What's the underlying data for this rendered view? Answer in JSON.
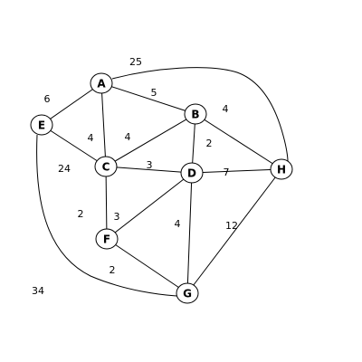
{
  "graph": {
    "nodes": [
      {
        "id": "A",
        "label": "A"
      },
      {
        "id": "B",
        "label": "B"
      },
      {
        "id": "C",
        "label": "C"
      },
      {
        "id": "D",
        "label": "D"
      },
      {
        "id": "E",
        "label": "E"
      },
      {
        "id": "F",
        "label": "F"
      },
      {
        "id": "G",
        "label": "G"
      },
      {
        "id": "H",
        "label": "H"
      }
    ],
    "edges": [
      {
        "from": "A",
        "to": "H",
        "weight": "25"
      },
      {
        "from": "A",
        "to": "E",
        "weight": "6"
      },
      {
        "from": "A",
        "to": "B",
        "weight": "5"
      },
      {
        "from": "A",
        "to": "C",
        "weight": "4"
      },
      {
        "from": "B",
        "to": "H",
        "weight": "4"
      },
      {
        "from": "B",
        "to": "C",
        "weight": "4"
      },
      {
        "from": "B",
        "to": "D",
        "weight": "2"
      },
      {
        "from": "E",
        "to": "C",
        "weight": "24"
      },
      {
        "from": "C",
        "to": "D",
        "weight": "3"
      },
      {
        "from": "D",
        "to": "H",
        "weight": "7"
      },
      {
        "from": "C",
        "to": "F",
        "weight": "2"
      },
      {
        "from": "F",
        "to": "D",
        "weight": "3"
      },
      {
        "from": "D",
        "to": "G",
        "weight": "4"
      },
      {
        "from": "H",
        "to": "G",
        "weight": "12"
      },
      {
        "from": "F",
        "to": "G",
        "weight": "2"
      },
      {
        "from": "E",
        "to": "G",
        "weight": "34"
      }
    ]
  }
}
